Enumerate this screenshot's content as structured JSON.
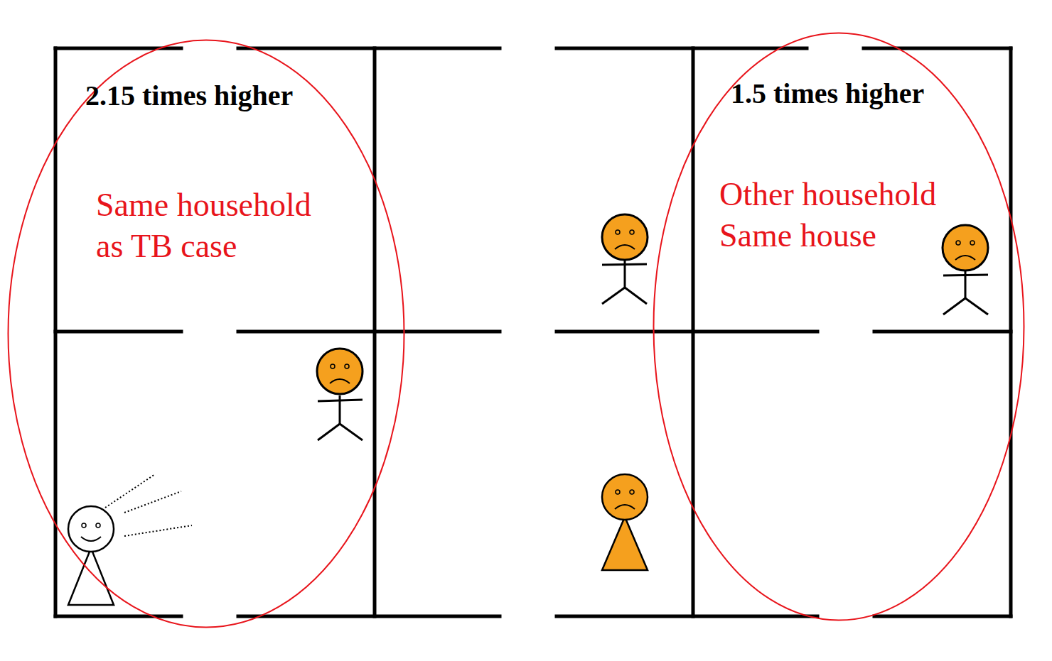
{
  "diagram": {
    "nodes": [
      {
        "text": [
          "2.15 times higher",
          "Same household as TB case"
        ]
      },
      {
        "text": [
          "1.5 times higher",
          "Other household Same house"
        ]
      }
    ]
  }
}
